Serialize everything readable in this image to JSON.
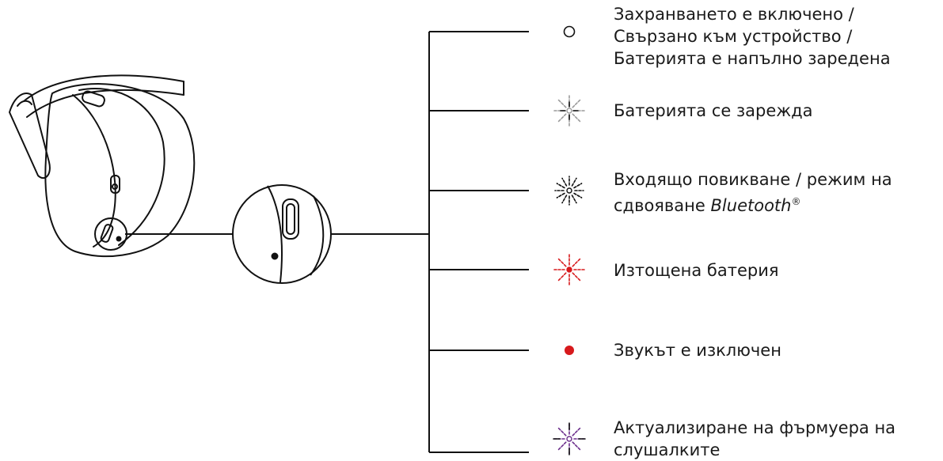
{
  "colors": {
    "stroke": "#111111",
    "white_led": "#111111",
    "charging": "#9a9a9a",
    "incoming": "#111111",
    "low_battery": "#d7191c",
    "mute": "#d7191c",
    "firmware": "#6a2c8a"
  },
  "states": [
    {
      "icon": "led-solid-white-icon",
      "lines": [
        "Захранването е включено /",
        "Свързано към устройство /",
        "Батерията е напълно заредена"
      ]
    },
    {
      "icon": "led-pulsing-white-icon",
      "lines": [
        "Батерията се зарежда"
      ]
    },
    {
      "icon": "led-fast-blink-white-icon",
      "lines": [
        "Входящо повикване / режим на",
        "сдвояване"
      ],
      "brand": "Bluetooth",
      "brand_mark": "®"
    },
    {
      "icon": "led-blink-red-icon",
      "lines": [
        "Изтощена батерия"
      ]
    },
    {
      "icon": "led-solid-red-icon",
      "lines": [
        "Звукът е изключен"
      ]
    },
    {
      "icon": "led-blink-purple-icon",
      "lines": [
        "Актуализиране на фърмуера на",
        "слушалките"
      ]
    }
  ]
}
